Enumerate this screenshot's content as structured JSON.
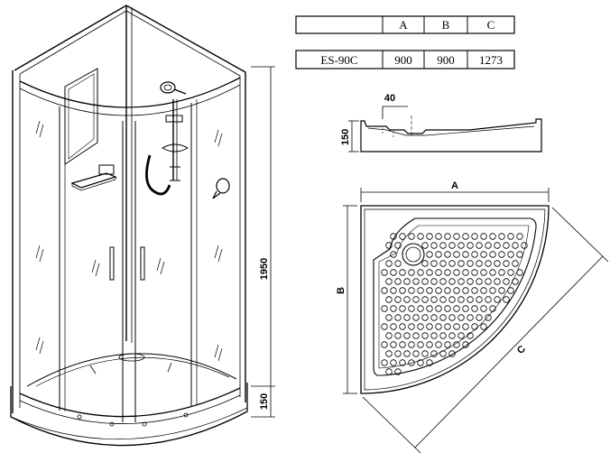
{
  "spec_table": {
    "headers": [
      "",
      "A",
      "B",
      "C"
    ],
    "row": [
      "ES-90C",
      "900",
      "900",
      "1273"
    ]
  },
  "dimensions": {
    "cabin_height": "1950",
    "tray_height_front": "150",
    "tray_height_section": "150",
    "tray_offset": "40",
    "width_a": "A",
    "depth_b": "B",
    "diagonal_c": "C"
  }
}
